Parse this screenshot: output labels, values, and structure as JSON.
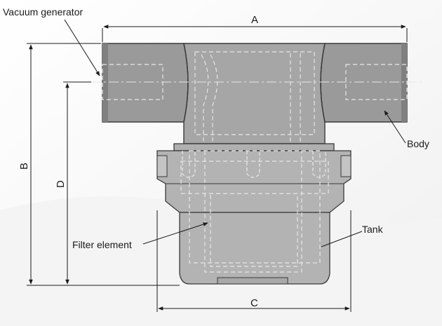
{
  "diagram": {
    "labels": {
      "vacuum_generator": "Vacuum generator",
      "body": "Body",
      "filter_element": "Filter element",
      "tank": "Tank"
    },
    "dimensions": {
      "a": "A",
      "b": "B",
      "c": "C",
      "d": "D"
    },
    "colors": {
      "body_fill": "#9a9a9a",
      "tank_fill": "#b3b3b3",
      "outline": "#3a3a3a",
      "hidden_line": "#e6e6e6"
    }
  }
}
